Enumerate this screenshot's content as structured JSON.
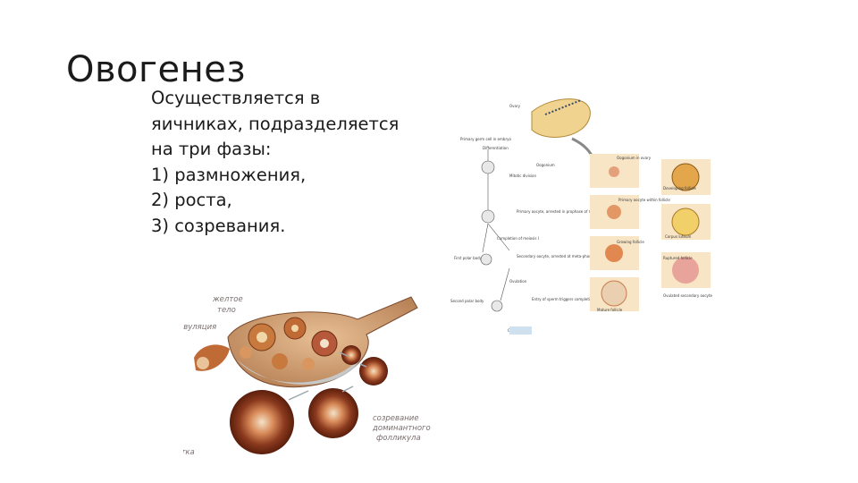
{
  "slide": {
    "title": "Овогенез",
    "intro_lines": [
      "Осуществляется в",
      "яичниках, подразделяется",
      "на три фазы:"
    ],
    "phases": [
      "1) размножения,",
      "2) роста,",
      "3) созревания."
    ]
  },
  "left_figure": {
    "labels": {
      "corpus_luteum_1": "желтое",
      "corpus_luteum_2": "тело",
      "ovulation": "овуляция",
      "oocyte": "яйцеклетка",
      "dominant_1": "созревание",
      "dominant_2": "доминантного",
      "dominant_3": "фолликула"
    }
  },
  "right_figure": {
    "labels": {
      "ovary": "Ovary",
      "primary_germ": "Primary germ cell in embryo",
      "differentiation": "Differentiation",
      "oogonium": "Oogonium",
      "oogonium_in_ovary": "Oogonium in ovary",
      "mitotic_division": "Mitotic division",
      "developing_follicle": "Developing follicle",
      "primary_oocyte": "Primary oocyte, arrested in prophase of meiosis I",
      "primary_oocyte_follicle": "Primary oocyte within follicle",
      "completion_meiosis_1": "Completion of meiosis I",
      "first_polar_body": "First polar body",
      "growing_follicle": "Growing follicle",
      "corpus_luteum": "Corpus luteum",
      "secondary_oocyte": "Secondary oocyte, arrested at meta-phase of meiosis II",
      "ovulation": "Ovulation",
      "ruptured_follicle": "Ruptured follicle",
      "ovulated_oocyte": "Ovulated secondary oocyte",
      "second_polar_body": "Second polar body",
      "sperm_entry": "Entry of sperm triggers completion of meiosis II",
      "mature_follicle": "Mature follicle",
      "ovum": "Ovum"
    }
  },
  "colors": {
    "title_text": "#1b1b1b",
    "follicle_dark": "#6b2a14",
    "follicle_mid": "#b5593a",
    "ovary_tissue": "#d9a57a",
    "oocyte_cell": "#f3e3c9",
    "flow_box": "#cfe0ef",
    "arrow": "#555555"
  }
}
